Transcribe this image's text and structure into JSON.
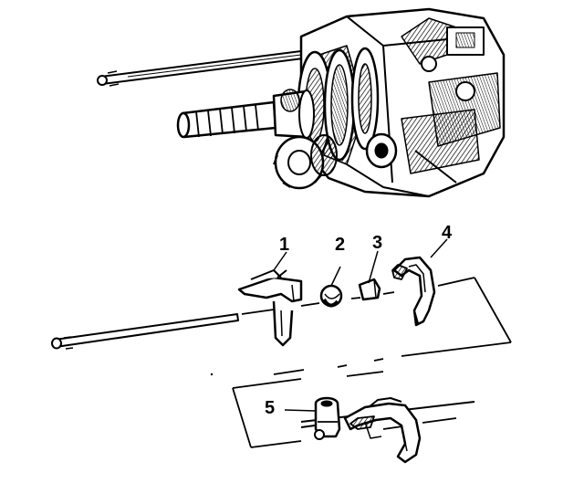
{
  "diagram": {
    "ink_color": "#000000",
    "background_color": "#ffffff",
    "callouts": [
      {
        "id": "1",
        "label": "1"
      },
      {
        "id": "2",
        "label": "2"
      },
      {
        "id": "3",
        "label": "3"
      },
      {
        "id": "4",
        "label": "4"
      },
      {
        "id": "5",
        "label": "5"
      }
    ],
    "parts_depicted": [
      "transmission-case-assembly",
      "upper-shift-rail",
      "shift-fork",
      "ball",
      "interlock-plunger",
      "shift-fork",
      "lower-shift-rail",
      "shift-lug",
      "shift-fork"
    ]
  }
}
